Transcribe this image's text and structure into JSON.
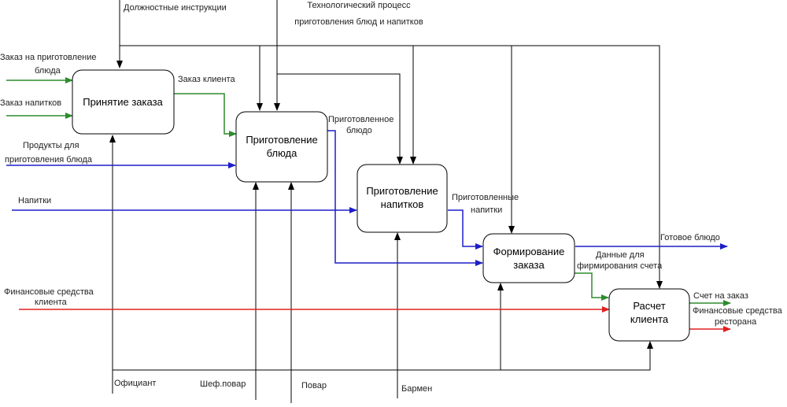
{
  "colors": {
    "control": "#000000",
    "input": "#2e8b2e",
    "material": "#1e1ec8",
    "money": "#e02020",
    "box_border": "#000000",
    "box_fill": "#ffffff"
  },
  "boxes": {
    "order": {
      "lines": [
        "Принятие заказа"
      ]
    },
    "cook": {
      "lines": [
        "Приготовление",
        "блюда"
      ]
    },
    "drinks": {
      "lines": [
        "Приготовление",
        "напитков"
      ]
    },
    "form": {
      "lines": [
        "Формирование",
        "заказа"
      ]
    },
    "pay": {
      "lines": [
        "Расчет",
        "клиента"
      ]
    }
  },
  "labels": {
    "job_instructions": "Должностные инструкции",
    "tech_process_1": "Технологический процесс",
    "tech_process_2": "приготовления блюд и напитков",
    "order_dish_1": "Заказ на приготовление",
    "order_dish_2": "блюда",
    "order_drinks": "Заказ напитков",
    "client_order": "Заказ клиента",
    "prepared_dish_1": "Приготовленное",
    "prepared_dish_2": "блюдо",
    "products_1": "Продукты для",
    "products_2": "приготовления блюда",
    "drinks_in": "Напитки",
    "prepared_drinks_1": "Приготовленные",
    "prepared_drinks_2": "напитки",
    "ready_dish": "Готовое блюдо",
    "bill_data_1": "Данные для",
    "bill_data_2": "фирмирования счета",
    "client_funds_1": "Финансовые средства",
    "client_funds_2": "клиента",
    "bill": "Счет на заказ",
    "rest_funds_1": "Финансовые средства",
    "rest_funds_2": "ресторана",
    "waiter": "Официант",
    "chef": "Шеф.повар",
    "cook": "Повар",
    "barman": "Бармен"
  }
}
